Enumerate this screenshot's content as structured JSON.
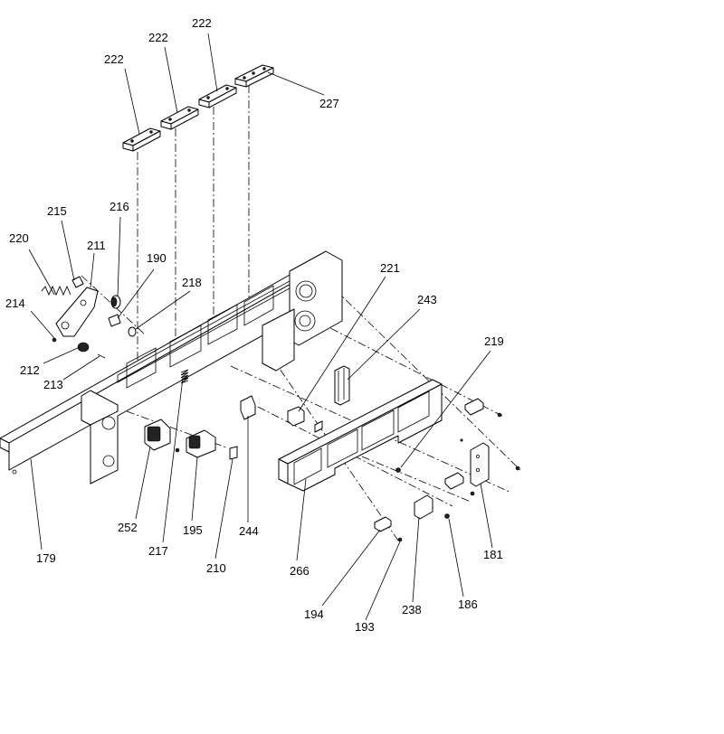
{
  "callouts": [
    {
      "id": "c1",
      "text": "222"
    },
    {
      "id": "c2",
      "text": "222"
    },
    {
      "id": "c3",
      "text": "222"
    },
    {
      "id": "c4",
      "text": "227"
    },
    {
      "id": "c5",
      "text": "215"
    },
    {
      "id": "c6",
      "text": "216"
    },
    {
      "id": "c7",
      "text": "220"
    },
    {
      "id": "c8",
      "text": "211"
    },
    {
      "id": "c9",
      "text": "190"
    },
    {
      "id": "c10",
      "text": "218"
    },
    {
      "id": "c11",
      "text": "221"
    },
    {
      "id": "c12",
      "text": "214"
    },
    {
      "id": "c13",
      "text": "243"
    },
    {
      "id": "c14",
      "text": "219"
    },
    {
      "id": "c15",
      "text": "212"
    },
    {
      "id": "c16",
      "text": "213"
    },
    {
      "id": "c17",
      "text": "252"
    },
    {
      "id": "c18",
      "text": "217"
    },
    {
      "id": "c19",
      "text": "195"
    },
    {
      "id": "c20",
      "text": "210"
    },
    {
      "id": "c21",
      "text": "244"
    },
    {
      "id": "c22",
      "text": "266"
    },
    {
      "id": "c23",
      "text": "181"
    },
    {
      "id": "c24",
      "text": "179"
    },
    {
      "id": "c25",
      "text": "194"
    },
    {
      "id": "c26",
      "text": "193"
    },
    {
      "id": "c27",
      "text": "238"
    },
    {
      "id": "c28",
      "text": "186"
    }
  ]
}
